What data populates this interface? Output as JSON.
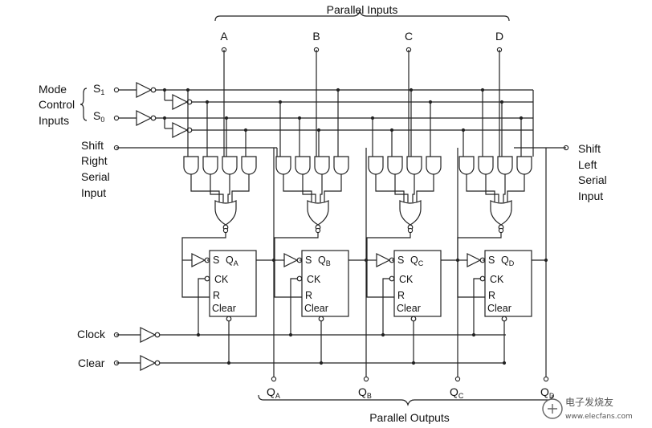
{
  "parallel_inputs_title": "Parallel Inputs",
  "parallel_outputs_title": "Parallel Outputs",
  "inputs": [
    {
      "label": "A"
    },
    {
      "label": "B"
    },
    {
      "label": "C"
    },
    {
      "label": "D"
    }
  ],
  "mode_control": {
    "lines": [
      "Mode",
      "Control",
      "Inputs"
    ],
    "s1": {
      "main": "S",
      "sub": "1"
    },
    "s0": {
      "main": "S",
      "sub": "0"
    }
  },
  "shift_right": {
    "lines": [
      "Shift",
      "Right",
      "Serial",
      "Input"
    ]
  },
  "shift_left": {
    "lines": [
      "Shift",
      "Left",
      "Serial",
      "Input"
    ]
  },
  "flipflop_pins": {
    "s": "S",
    "q": "Q",
    "ck": "CK",
    "r": "R",
    "clear": "Clear"
  },
  "stage_subs": [
    "A",
    "B",
    "C",
    "D"
  ],
  "outputs": [
    {
      "main": "Q",
      "sub": "A"
    },
    {
      "main": "Q",
      "sub": "B"
    },
    {
      "main": "Q",
      "sub": "C"
    },
    {
      "main": "Q",
      "sub": "D"
    }
  ],
  "clock_label": "Clock",
  "clear_label": "Clear",
  "watermark": {
    "text": "电子发烧友",
    "url": "www.elecfans.com"
  }
}
